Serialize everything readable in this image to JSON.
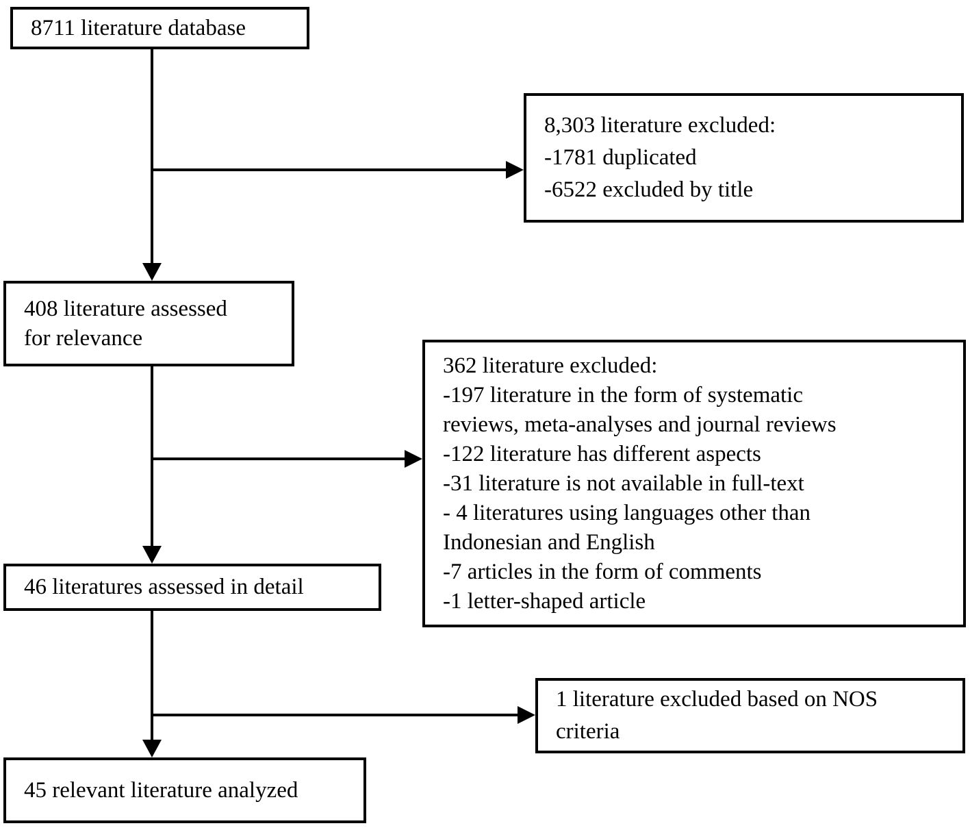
{
  "colors": {
    "ink": "#000000",
    "background": "#ffffff"
  },
  "flowchart": {
    "nodes": {
      "database": {
        "label": "8711 literature database"
      },
      "excluded_initial": {
        "lines": [
          "8,303 literature excluded:",
          "-1781 duplicated",
          "-6522 excluded by title"
        ]
      },
      "assessed_relevance": {
        "lines": [
          "408 literature assessed",
          "for relevance"
        ]
      },
      "excluded_relevance": {
        "lines": [
          "362 literature excluded:",
          "-197 literature in the form of systematic",
          "reviews, meta-analyses and journal reviews",
          "-122 literature has different aspects",
          "-31 literature is not available in full-text",
          "- 4 literatures using languages other than",
          "Indonesian and English",
          "-7 articles in the form of comments",
          "-1 letter-shaped article"
        ]
      },
      "assessed_detail": {
        "label": "46 literatures assessed in detail"
      },
      "excluded_nos": {
        "lines": [
          "1 literature excluded based on NOS",
          "criteria"
        ]
      },
      "analyzed": {
        "label": "45 relevant literature analyzed"
      }
    }
  }
}
